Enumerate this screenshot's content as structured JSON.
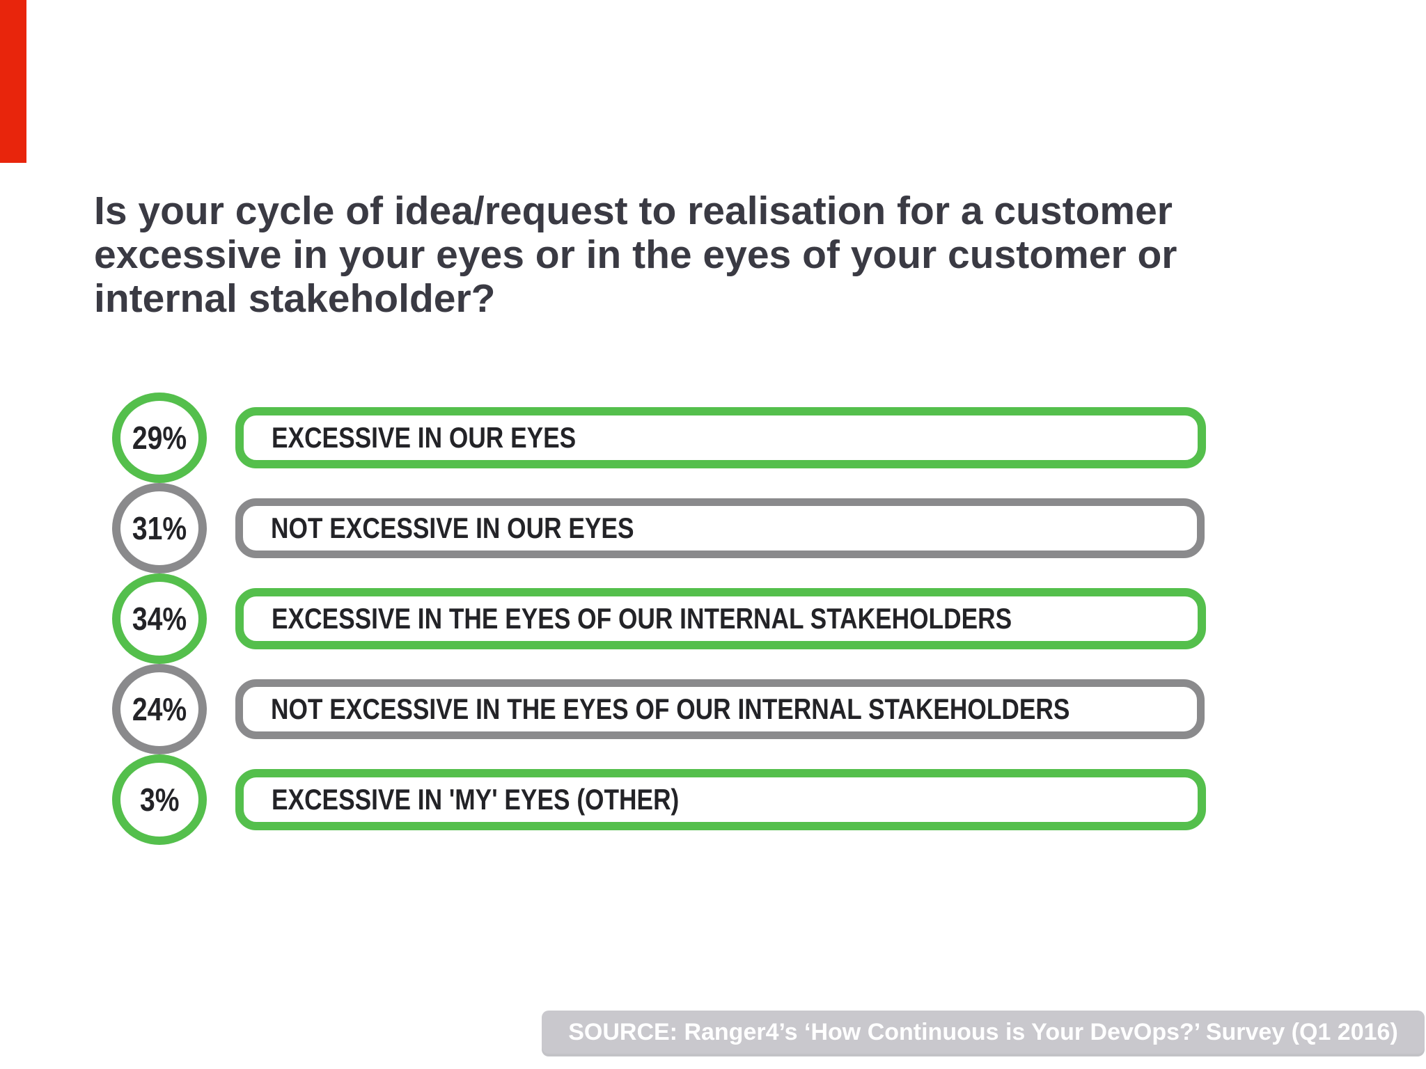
{
  "title": {
    "line1": "Is your cycle of idea/request to realisation for a customer",
    "line2": "excessive in your eyes or in the eyes of your customer or",
    "line3": "internal stakeholder?"
  },
  "rows": [
    {
      "percent": "29%",
      "label": "EXCESSIVE IN OUR EYES",
      "color": "green"
    },
    {
      "percent": "31%",
      "label": "NOT EXCESSIVE IN OUR EYES",
      "color": "gray"
    },
    {
      "percent": "34%",
      "label": "EXCESSIVE IN THE EYES OF OUR INTERNAL STAKEHOLDERS",
      "color": "green"
    },
    {
      "percent": "24%",
      "label": "NOT EXCESSIVE IN THE EYES OF OUR INTERNAL STAKEHOLDERS",
      "color": "gray"
    },
    {
      "percent": "3%",
      "label": "EXCESSIVE IN 'MY' EYES (OTHER)",
      "color": "green"
    }
  ],
  "source_ribbon": {
    "text": "SOURCE: Ranger4’s ‘How Continuous is Your DevOps?’ Survey (Q1 2016)"
  },
  "colors": {
    "green": "#54bf4c",
    "gray": "#8a8a8c",
    "red_accent": "#e8250c",
    "text_dark": "#232327",
    "title_text": "#3a3a43",
    "ribbon_bg": "#c9c8cd",
    "ribbon_text": "#ffffff"
  },
  "chart_data": {
    "type": "bar",
    "orientation": "horizontal",
    "title": "Is your cycle of idea/request to realisation for a customer excessive in your eyes or in the eyes of your customer or internal stakeholder?",
    "categories": [
      "EXCESSIVE IN OUR EYES",
      "NOT EXCESSIVE IN OUR EYES",
      "EXCESSIVE IN THE EYES OF OUR INTERNAL STAKEHOLDERS",
      "NOT EXCESSIVE IN THE EYES OF OUR INTERNAL STAKEHOLDERS",
      "EXCESSIVE IN 'MY' EYES (OTHER)"
    ],
    "values": [
      29,
      31,
      34,
      24,
      3
    ],
    "unit": "%",
    "series_colors": [
      "green",
      "gray",
      "green",
      "gray",
      "green"
    ],
    "legend": "none",
    "grid": false,
    "source": "SOURCE: Ranger4’s ‘How Continuous is Your DevOps?’ Survey (Q1 2016)"
  }
}
